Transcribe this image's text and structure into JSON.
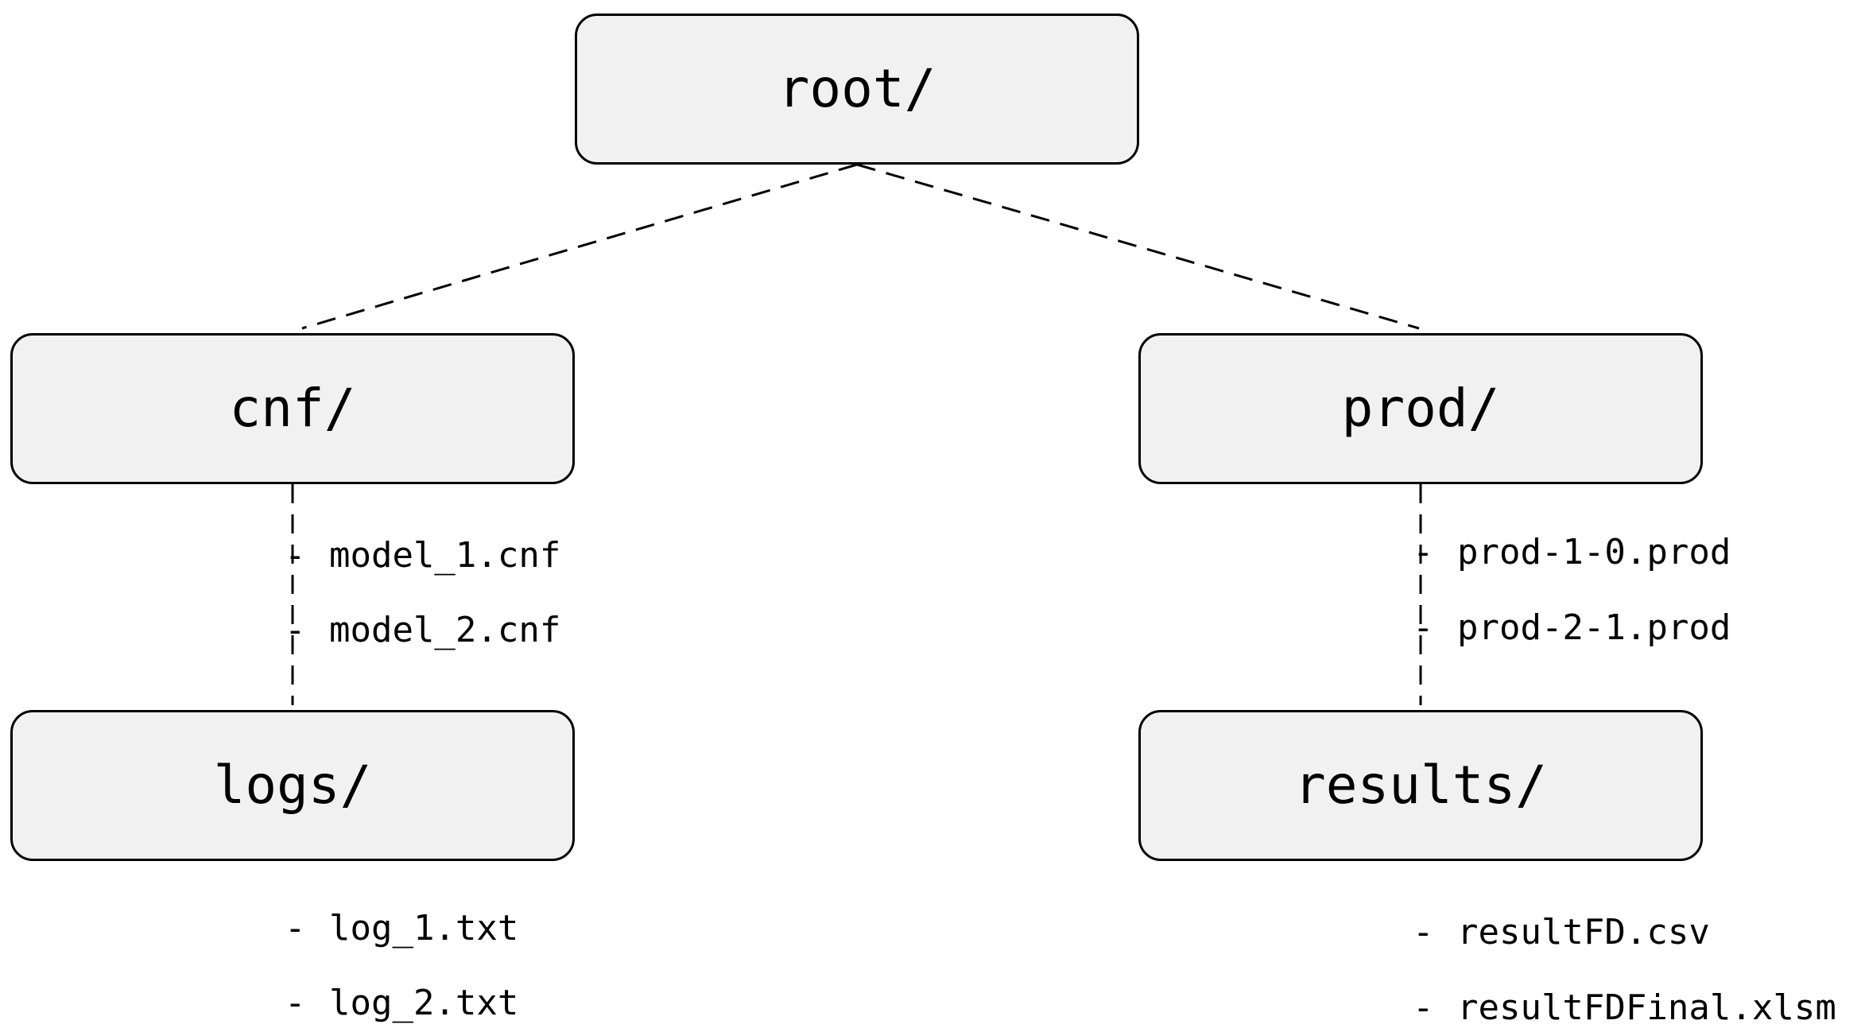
{
  "colors": {
    "node_fill": "#f1f1f1",
    "node_border": "#000000",
    "connector": "#000000",
    "text": "#000000"
  },
  "nodes": {
    "root": {
      "label": "root/"
    },
    "cnf": {
      "label": "cnf/",
      "files": [
        "model_1.cnf",
        "model_2.cnf"
      ]
    },
    "prod": {
      "label": "prod/",
      "files": [
        "prod-1-0.prod",
        "prod-2-1.prod"
      ]
    },
    "logs": {
      "label": "logs/",
      "files": [
        "log_1.txt",
        "log_2.txt"
      ]
    },
    "results": {
      "label": "results/",
      "files": [
        "resultFD.csv",
        "resultFDFinal.xlsm"
      ]
    }
  },
  "list_marker": "-"
}
